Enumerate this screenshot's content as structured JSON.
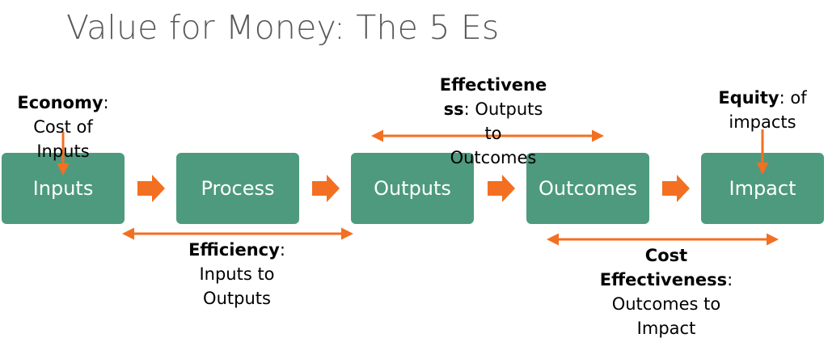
{
  "title": "Value for Money: The 5 Es",
  "stages": [
    "Inputs",
    "Process",
    "Outputs",
    "Outcomes",
    "Impact"
  ],
  "labels": {
    "economy": {
      "term": "Economy",
      "sep": ":",
      "desc1": "Cost of",
      "desc2": "Inputs"
    },
    "efficiency": {
      "term": "Efficiency",
      "sep": ":",
      "desc1": "Inputs to",
      "desc2": "Outputs"
    },
    "effectiveness": {
      "term1": "Effectivene",
      "term2": "ss",
      "rest2": ": Outputs",
      "desc3": "to",
      "desc4": "Outcomes"
    },
    "equity": {
      "term": "Equity",
      "rest1": ": of",
      "desc2": "impacts"
    },
    "cost_effectiveness": {
      "term1": "Cost",
      "term2": "Effectiveness",
      "sep": ":",
      "desc3": "Outcomes to",
      "desc4": "Impact"
    }
  },
  "colors": {
    "box": "#4e9a7e",
    "arrow": "#f36f21",
    "title": "#595959"
  }
}
